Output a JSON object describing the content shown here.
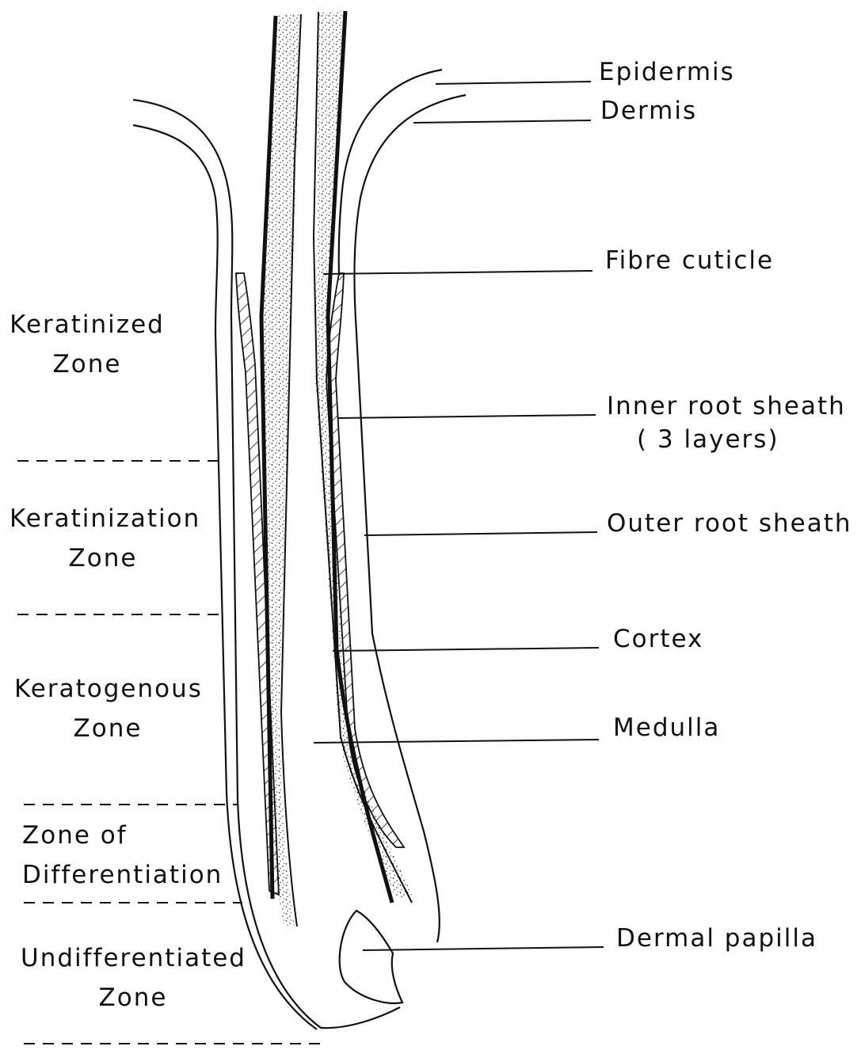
{
  "structure_labels": {
    "epidermis": "Epidermis",
    "dermis": "Dermis",
    "fibre_cuticle": "Fibre cuticle",
    "inner_root_sheath": "Inner root sheath",
    "inner_root_sheath_note": "( 3 layers)",
    "outer_root_sheath": "Outer root sheath",
    "cortex": "Cortex",
    "medulla": "Medulla",
    "dermal_papilla": "Dermal papilla"
  },
  "zones": {
    "keratinized": {
      "line1": "Keratinized",
      "line2": "Zone"
    },
    "keratinization": {
      "line1": "Keratinization",
      "line2": "Zone"
    },
    "keratogenous": {
      "line1": "Keratogenous",
      "line2": "Zone"
    },
    "differentiation": {
      "line1": "Zone of",
      "line2": "Differentiation"
    },
    "undifferentiated": {
      "line1": "Undifferentiated",
      "line2": "Zone"
    }
  }
}
